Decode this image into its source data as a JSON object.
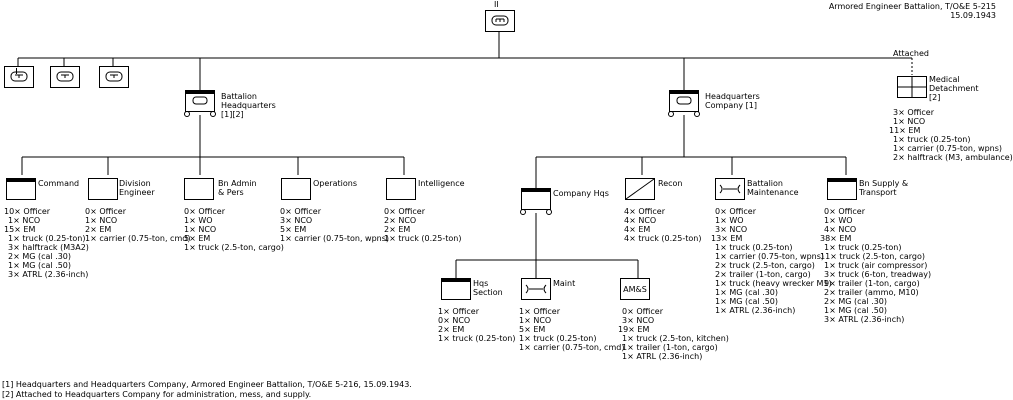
{
  "header": {
    "title": "Armored Engineer Battalion, T/O&E 5-215",
    "date": "15.09.1943"
  },
  "top_unit": {
    "echelon": "II"
  },
  "attached_label": "Attached",
  "medical": {
    "label": "Medical Detachment",
    "note": "[2]",
    "stats": [
      "3× Officer",
      "1× NCO",
      "11× EM",
      "1× truck (0.25-ton)",
      "1× carrier (0.75-ton, wpns)",
      "2× halftrack (M3, ambulance)"
    ]
  },
  "bn_hq": {
    "label": "Battalion Headquarters",
    "note": "[1][2]"
  },
  "hq_company": {
    "label": "Headquarters Company [1]"
  },
  "bn_sections": [
    {
      "label": "Command",
      "stats": [
        "10× Officer",
        "1× NCO",
        "15× EM",
        "1× truck (0.25-ton)",
        "3× halftrack (M3A2)",
        "2× MG (cal .30)",
        "1× MG (cal .50)",
        "3× ATRL (2.36-inch)"
      ]
    },
    {
      "label": "Division Engineer",
      "stats": [
        "0× Officer",
        "1× NCO",
        "2× EM",
        "1× carrier (0.75-ton, cmd)"
      ]
    },
    {
      "label": "Bn Admin & Pers",
      "stats": [
        "0× Officer",
        "1× WO",
        "1× NCO",
        "5× EM",
        "1× truck (2.5-ton, cargo)"
      ]
    },
    {
      "label": "Operations",
      "stats": [
        "0× Officer",
        "3× NCO",
        "5× EM",
        "1× carrier (0.75-ton, wpns)"
      ]
    },
    {
      "label": "Intelligence",
      "stats": [
        "0× Officer",
        "2× NCO",
        "2× EM",
        "1× truck (0.25-ton)"
      ]
    }
  ],
  "hq_sections": [
    {
      "label": "Company Hqs",
      "stats": []
    },
    {
      "label": "Recon",
      "stats": [
        "4× Officer",
        "4× NCO",
        "4× EM",
        "4× truck (0.25-ton)"
      ]
    },
    {
      "label": "Battalion Maintenance",
      "stats": [
        "0× Officer",
        "1× WO",
        "3× NCO",
        "13× EM",
        "1× truck (0.25-ton)",
        "1× carrier (0.75-ton, wpns)",
        "2× truck (2.5-ton, cargo)",
        "2× trailer (1-ton, cargo)",
        "1× truck (heavy wrecker M1)",
        "1× MG (cal .30)",
        "1× MG (cal .50)",
        "1× ATRL (2.36-inch)"
      ]
    },
    {
      "label": "Bn Supply & Transport",
      "stats": [
        "0× Officer",
        "1× WO",
        "4× NCO",
        "38× EM",
        "1× truck (0.25-ton)",
        "11× truck (2.5-ton, cargo)",
        "1× truck (air compressor)",
        "3× truck (6-ton, treadway)",
        "9× trailer (1-ton, cargo)",
        "2× trailer (ammo, M10)",
        "2× MG (cal .30)",
        "1× MG (cal .50)",
        "3× ATRL (2.36-inch)"
      ]
    }
  ],
  "coy_sections": [
    {
      "label": "Hqs Section",
      "stats": [
        "1× Officer",
        "0× NCO",
        "2× EM",
        "1× truck (0.25-ton)"
      ]
    },
    {
      "label": "Maint",
      "stats": [
        "1× Officer",
        "1× NCO",
        "5× EM",
        "1× truck (0.25-ton)",
        "1× carrier (0.75-ton, cmd)"
      ]
    },
    {
      "label": "AM&S",
      "box_text": "AM&S",
      "stats": [
        "0× Officer",
        "3× NCO",
        "19× EM",
        "1× truck (2.5-ton, kitchen)",
        "1× trailer (1-ton, cargo)",
        "1× ATRL (2.36-inch)"
      ]
    }
  ],
  "footnotes": [
    "[1] Headquarters and Headquarters Company, Armored Engineer Battalion, T/O&E 5-216, 15.09.1943.",
    "[2] Attached to Headquarters Company for administration, mess, and supply."
  ]
}
